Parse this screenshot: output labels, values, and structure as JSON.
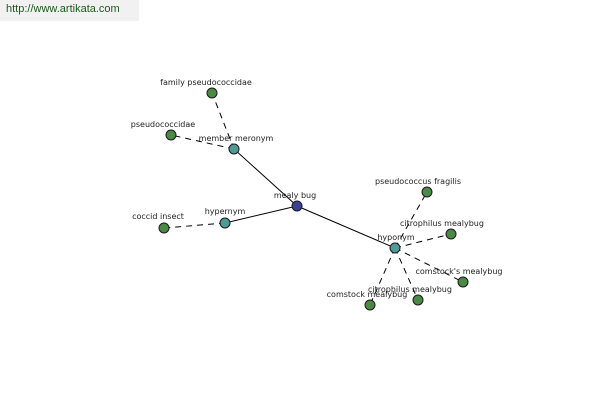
{
  "banner": {
    "url_text": "http://www.artikata.com"
  },
  "colors": {
    "center_node": "#3a3f9a",
    "relation_node": "#4f9a94",
    "leaf_node": "#4a8a45",
    "edge": "#000000",
    "banner_text": "#1a5c1a"
  },
  "graph": {
    "center": {
      "id": "mealy-bug",
      "label": "mealy bug",
      "kind": "center"
    },
    "relations": [
      {
        "id": "member-meronym",
        "label": "member meronym",
        "kind": "relation",
        "children": [
          {
            "id": "family-pseudococcidae",
            "label": "family pseudococcidae"
          },
          {
            "id": "pseudococcidae",
            "label": "pseudococcidae"
          }
        ]
      },
      {
        "id": "hypernym",
        "label": "hypernym",
        "kind": "relation",
        "children": [
          {
            "id": "coccid-insect",
            "label": "coccid insect"
          }
        ]
      },
      {
        "id": "hyponym",
        "label": "hyponym",
        "kind": "relation",
        "children": [
          {
            "id": "pseudococcus-fragilis",
            "label": "pseudococcus fragilis"
          },
          {
            "id": "citrophilus-mealybug-1",
            "label": "citrophilus mealybug"
          },
          {
            "id": "comstocks-mealybug",
            "label": "comstock's mealybug"
          },
          {
            "id": "citrophilus-mealybug-2",
            "label": "citrophilus mealybug"
          },
          {
            "id": "comstock-mealybug",
            "label": "comstock mealybug"
          }
        ]
      }
    ]
  }
}
